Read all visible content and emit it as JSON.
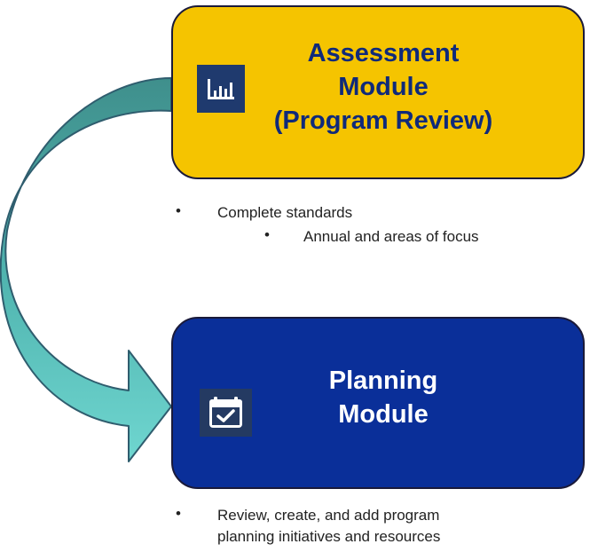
{
  "modules": {
    "assessment": {
      "title_line1": "Assessment",
      "title_line2": "Module",
      "title_line3": "(Program Review)",
      "icon": "bar-chart-icon",
      "fill": "#f5c400"
    },
    "planning": {
      "title_line1": "Planning",
      "title_line2": "Module",
      "icon": "calendar-check-icon",
      "fill": "#0a2f99"
    }
  },
  "assessment_notes": {
    "item1": "Complete standards",
    "item1_sub": "Annual and areas of focus"
  },
  "planning_notes": {
    "item1_line1": "Review, create, and add program",
    "item1_line2": "planning initiatives and resources"
  },
  "arrow_color": "#5cc5c0"
}
